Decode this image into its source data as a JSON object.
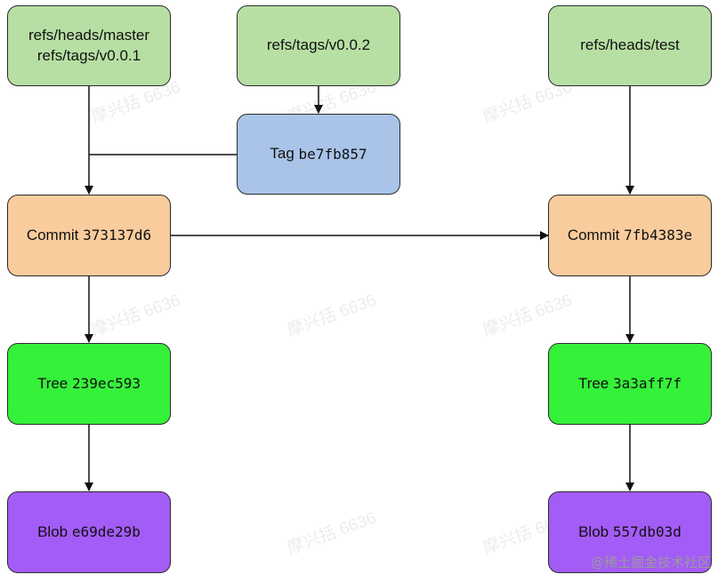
{
  "nodes": {
    "ref_master": {
      "line1": "refs/heads/master",
      "line2": "refs/tags/v0.0.1"
    },
    "ref_tag": {
      "label": "refs/tags/v0.0.2"
    },
    "ref_test": {
      "label": "refs/heads/test"
    },
    "tag": {
      "type": "Tag",
      "hash": "be7fb857"
    },
    "commit1": {
      "type": "Commit",
      "hash": "373137d6"
    },
    "commit2": {
      "type": "Commit",
      "hash": "7fb4383e"
    },
    "tree1": {
      "type": "Tree",
      "hash": "239ec593"
    },
    "tree2": {
      "type": "Tree",
      "hash": "3a3aff7f"
    },
    "blob1": {
      "type": "Blob",
      "hash": "e69de29b"
    },
    "blob2": {
      "type": "Blob",
      "hash": "557db03d"
    }
  },
  "colors": {
    "ref": "#b7dfa4",
    "tag": "#a9c4e8",
    "commit": "#f9cc9d",
    "tree": "#35f13a",
    "blob": "#a45cf7"
  },
  "watermark": "摩兴括 6636",
  "credit": "@稀土掘金技术社区"
}
